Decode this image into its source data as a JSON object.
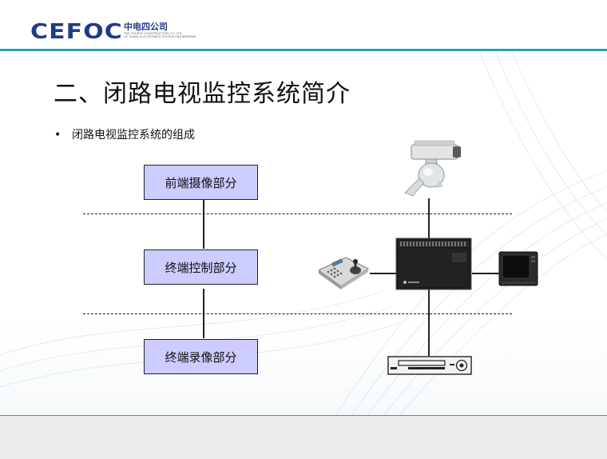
{
  "header": {
    "logo_mark": "CEFOC",
    "logo_cn": "中电四公司",
    "logo_en_line1": "THE FOURTH CONSTRUCTION CO. LTD",
    "logo_en_line2": "OF CHINA ELECTRONICS SYSTEM ENGINEERING"
  },
  "slide": {
    "title": "二、闭路电视监控系统简介",
    "bullet": "闭路电视监控系统的组成"
  },
  "diagram": {
    "boxes": [
      "前端摄像部分",
      "终端控制部分",
      "终端录像部分"
    ],
    "devices": [
      "camera-icon",
      "keyboard-controller-icon",
      "matrix-switcher-icon",
      "monitor-icon",
      "video-recorder-icon"
    ]
  },
  "colors": {
    "accent": "#2aa2b8",
    "box_fill": "#ccccff",
    "logo": "#1f3a8a"
  }
}
